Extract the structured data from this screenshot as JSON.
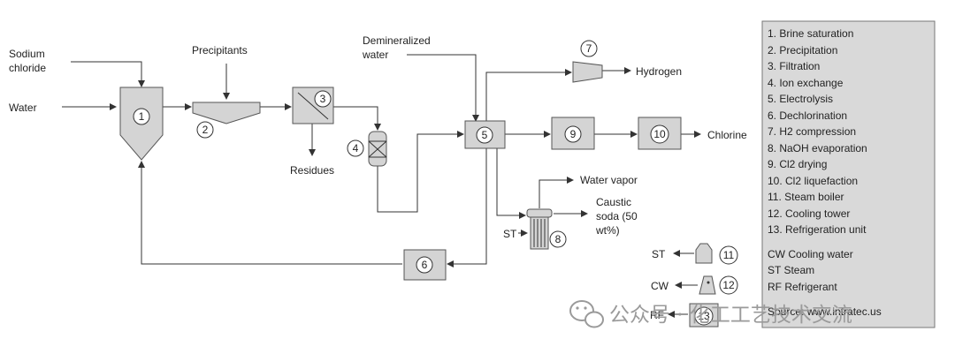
{
  "streams": {
    "sodium_chloride_1": "Sodium",
    "sodium_chloride_2": "chloride",
    "water": "Water",
    "precipitants": "Precipitants",
    "residues": "Residues",
    "demin_1": "Demineralized",
    "demin_2": "water",
    "hydrogen": "Hydrogen",
    "chlorine": "Chlorine",
    "water_vapor": "Water vapor",
    "caustic_1": "Caustic",
    "caustic_2": "soda (50",
    "caustic_3": "wt%)",
    "st_input": "ST",
    "st_out": "ST",
    "cw_out": "CW",
    "rf_out": "RF"
  },
  "unit_numbers": [
    "1",
    "2",
    "3",
    "4",
    "5",
    "6",
    "7",
    "8",
    "9",
    "10",
    "11",
    "12",
    "13"
  ],
  "legend": {
    "items": [
      "1. Brine saturation",
      "2. Precipitation",
      "3. Filtration",
      "4. Ion exchange",
      "5. Electrolysis",
      "6. Dechlorination",
      "7. H2 compression",
      "8. NaOH evaporation",
      "9. Cl2 drying",
      "10. Cl2 liquefaction",
      "11. Steam boiler",
      "12. Cooling tower",
      "13. Refrigeration unit"
    ],
    "utilities": [
      "CW Cooling water",
      "ST Steam",
      "RF Refrigerant"
    ],
    "source": "Source: www.intratec.us"
  },
  "watermark": "公众号 · 化工工艺技术交流",
  "colors": {
    "equipment": "#d4d4d4",
    "line": "#333333",
    "legend_bg": "#d9d9d9"
  }
}
